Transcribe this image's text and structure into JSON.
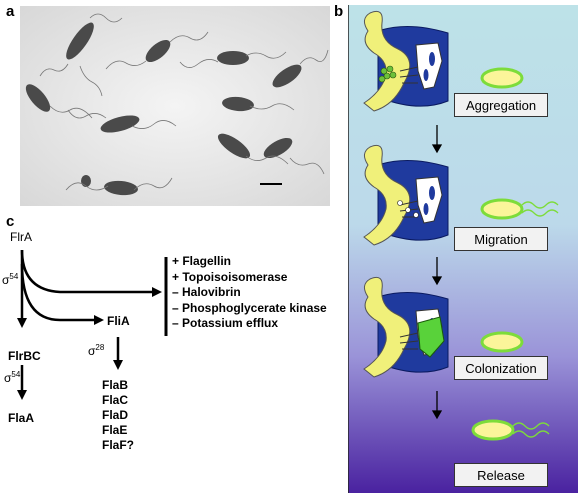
{
  "panels": {
    "a": "a",
    "b": "b",
    "c": "c"
  },
  "panel_b": {
    "steps": [
      "Aggregation",
      "Migration",
      "Colonization",
      "Release"
    ],
    "colors": {
      "bg_top": "#b8dfe6",
      "bg_bottom": "#4a22a0",
      "crypt_yellow": "#f0f07a",
      "tissue_blue": "#1f3a9e",
      "bacteria_green": "#7ddc3a",
      "bacteria_fill": "#fbf59a"
    }
  },
  "panel_c": {
    "root": "FlrA",
    "sigma54_top": "σ",
    "sigma54_top_sup": "54",
    "fliA": "FliA",
    "flrBC": "FlrBC",
    "sigma54_mid": "σ",
    "sigma54_mid_sup": "54",
    "sigma28": "σ",
    "sigma28_sup": "28",
    "flaA": "FlaA",
    "fla_list": [
      "FlaB",
      "FlaC",
      "FlaD",
      "FlaE",
      "FlaF?"
    ],
    "protein_list": [
      "+ Flagellin",
      "+ Topoisoisomerase",
      "– Halovibrin",
      "– Phosphoglycerate kinase",
      "– Potassium efflux"
    ]
  }
}
